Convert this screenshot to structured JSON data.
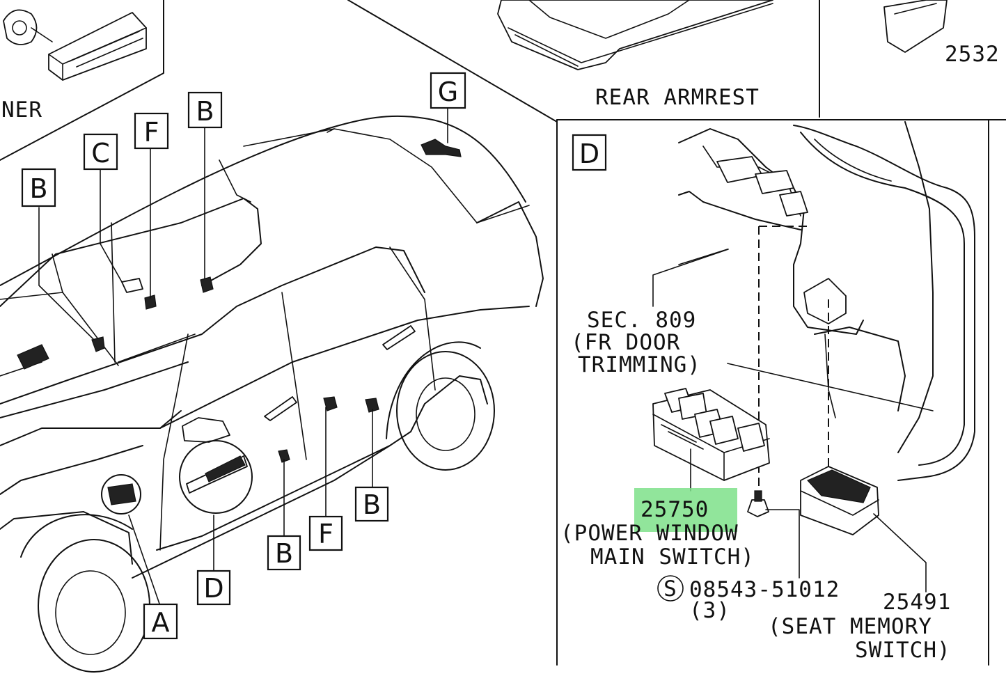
{
  "callouts": {
    "A": "A",
    "B": "B",
    "C": "C",
    "D": "D",
    "F": "F",
    "G": "G"
  },
  "labels": {
    "partial_top_left": "NER",
    "partial_top_right": "2532",
    "rear_armrest": "REAR ARMREST",
    "sec_line1": "SEC. 809",
    "sec_line2": "(FR DOOR",
    "sec_line3": "TRIMMING)",
    "part_number_main": "25750",
    "main_switch_line1": "(POWER WINDOW",
    "main_switch_line2": "MAIN SWITCH)",
    "screw_symbol": "S",
    "screw_part": "08543-51012",
    "screw_qty": "(3)",
    "memory_number": "25491",
    "memory_line1": "(SEAT MEMORY",
    "memory_line2": "SWITCH)"
  },
  "highlight": {
    "part": "25750",
    "color": "#7ee08a"
  }
}
